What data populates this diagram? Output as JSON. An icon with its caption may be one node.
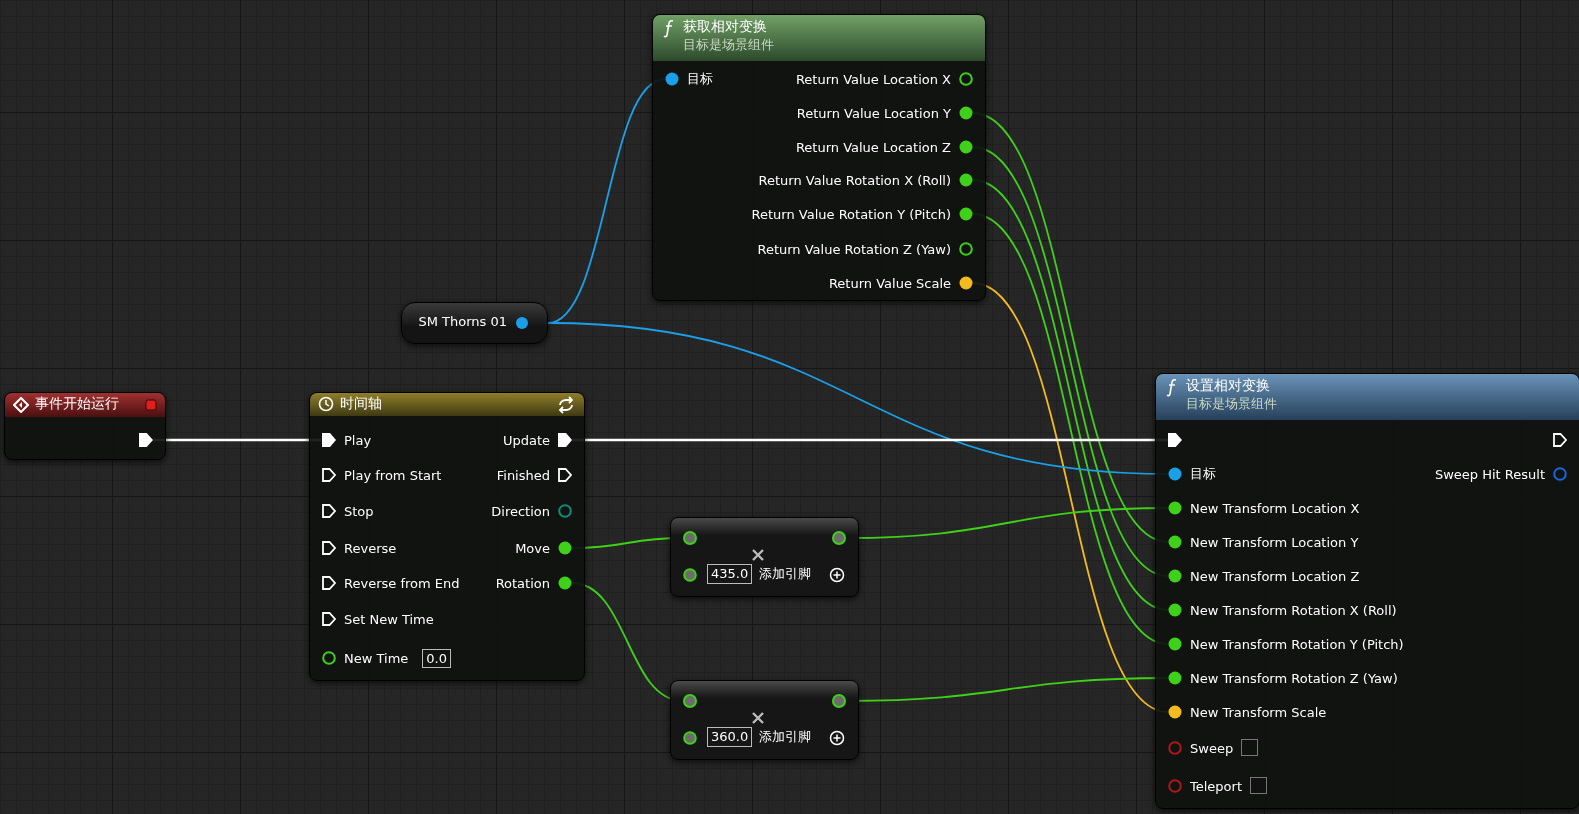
{
  "diagram": {
    "nodes": [
      {
        "text": [
          "获取相对变换",
          "目标是场景组件"
        ]
      },
      {
        "text": [
          "目标"
        ],
        "in": 0
      },
      {
        "text": [
          "Return Value Location X"
        ],
        "in": 0
      },
      {
        "text": [
          "Return Value Location Y"
        ],
        "in": 0
      },
      {
        "text": [
          "Return Value Location Z"
        ],
        "in": 0
      },
      {
        "text": [
          "Return Value Rotation X (Roll)"
        ],
        "in": 0
      },
      {
        "text": [
          "Return Value Rotation Y (Pitch)"
        ],
        "in": 0
      },
      {
        "text": [
          "Return Value Rotation Z (Yaw)"
        ],
        "in": 0
      },
      {
        "text": [
          "Return Value Scale"
        ],
        "in": 0
      },
      {
        "text": [
          "SM Thorns 01"
        ]
      },
      {
        "text": [
          "事件开始运行"
        ]
      },
      {
        "text": [],
        "shape": "triangle",
        "in": 10
      },
      {
        "text": [
          "时间轴"
        ]
      },
      {
        "text": [
          "Play"
        ],
        "in": 12
      },
      {
        "text": [
          "Play from Start"
        ],
        "in": 12
      },
      {
        "text": [
          "Stop"
        ],
        "in": 12
      },
      {
        "text": [
          "Reverse"
        ],
        "in": 12
      },
      {
        "text": [
          "Reverse from End"
        ],
        "in": 12
      },
      {
        "text": [
          "Set New Time"
        ],
        "in": 12
      },
      {
        "text": [
          "New Time",
          "0.0"
        ],
        "in": 12
      },
      {
        "text": [
          "Update"
        ],
        "in": 12
      },
      {
        "text": [
          "Finished"
        ],
        "in": 12
      },
      {
        "text": [
          "Direction"
        ],
        "in": 12
      },
      {
        "text": [
          "Move"
        ],
        "in": 12
      },
      {
        "text": [
          "Rotation"
        ],
        "in": 12
      },
      {
        "text": [
          "435.0",
          "添加引脚"
        ]
      },
      {
        "text": [],
        "shape": "circle",
        "in": 25
      },
      {
        "text": [],
        "shape": "circle",
        "in": 25
      },
      {
        "text": [
          "360.0",
          "添加引脚"
        ]
      },
      {
        "text": [],
        "shape": "circle",
        "in": 28
      },
      {
        "text": [],
        "shape": "circle",
        "in": 28
      },
      {
        "text": [
          "设置相对变换",
          "目标是场景组件"
        ]
      },
      {
        "text": [],
        "shape": "triangle",
        "in": 31
      },
      {
        "text": [
          "目标"
        ],
        "in": 31
      },
      {
        "text": [
          "New Transform Location X"
        ],
        "in": 31
      },
      {
        "text": [
          "New Transform Location Y"
        ],
        "in": 31
      },
      {
        "text": [
          "New Transform Location Z"
        ],
        "in": 31
      },
      {
        "text": [
          "New Transform Rotation X (Roll)"
        ],
        "in": 31
      },
      {
        "text": [
          "New Transform Rotation Y (Pitch)"
        ],
        "in": 31
      },
      {
        "text": [
          "New Transform Rotation Z (Yaw)"
        ],
        "in": 31
      },
      {
        "text": [
          "New Transform Scale"
        ],
        "in": 31
      },
      {
        "text": [
          "Sweep"
        ],
        "in": 31
      },
      {
        "text": [
          "Teleport"
        ],
        "in": 31
      },
      {
        "text": [
          "Sweep Hit Result"
        ],
        "in": 31
      }
    ],
    "edges": [
      {
        "from": 9,
        "to": 1,
        "arrow": "none",
        "color": "#1aa0e8"
      },
      {
        "from": 3,
        "to": 35,
        "arrow": "none"
      },
      {
        "from": 4,
        "to": 36,
        "arrow": "none"
      },
      {
        "from": 5,
        "to": 37,
        "arrow": "none"
      },
      {
        "from": 6,
        "to": 38,
        "arrow": "none"
      },
      {
        "from": 8,
        "to": 40,
        "arrow": "none",
        "color": "#f2bd1c"
      },
      {
        "from": 9,
        "to": 33,
        "arrow": "none",
        "color": "#1aa0e8"
      },
      {
        "from": 11,
        "to": 13,
        "arrow": "none",
        "color": "#ffffff"
      },
      {
        "from": 20,
        "to": 32,
        "arrow": "none",
        "color": "#ffffff"
      },
      {
        "from": 23,
        "to": 26,
        "arrow": "none"
      },
      {
        "from": 24,
        "to": 29,
        "arrow": "none"
      },
      {
        "from": 27,
        "to": 34,
        "arrow": "none"
      },
      {
        "from": 30,
        "to": 39,
        "arrow": "none"
      }
    ]
  }
}
